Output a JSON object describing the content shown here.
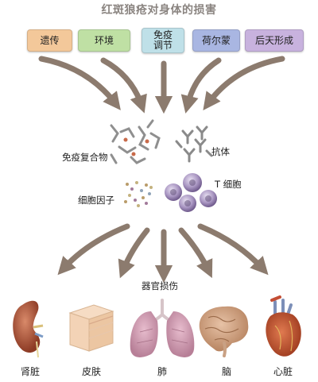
{
  "title": "红斑狼疮对身体的损害",
  "causes": [
    {
      "label": "遗传",
      "color": "#f3c89a"
    },
    {
      "label": "环境",
      "color": "#bfe0a4"
    },
    {
      "label": "免疫\n调节",
      "color": "#bfe0e8"
    },
    {
      "label": "荷尔蒙",
      "color": "#a9b6e2"
    },
    {
      "label": "后天形成",
      "color": "#c8b2de"
    }
  ],
  "mechanisms": {
    "immune_complex": "免疫复合物",
    "antibody": "抗体",
    "cytokine": "细胞因子",
    "t_cell": "T 细胞"
  },
  "damage_label": "器官损伤",
  "organs": [
    {
      "label": "肾脏",
      "icon": "kidney-icon"
    },
    {
      "label": "皮肤",
      "icon": "skin-icon"
    },
    {
      "label": "肺",
      "icon": "lung-icon"
    },
    {
      "label": "脑",
      "icon": "brain-icon"
    },
    {
      "label": "心脏",
      "icon": "heart-icon"
    }
  ],
  "colors": {
    "arrow": "#8c7b6e",
    "molecule": "#9a9a9a",
    "t_cell": "#9a87b0"
  }
}
